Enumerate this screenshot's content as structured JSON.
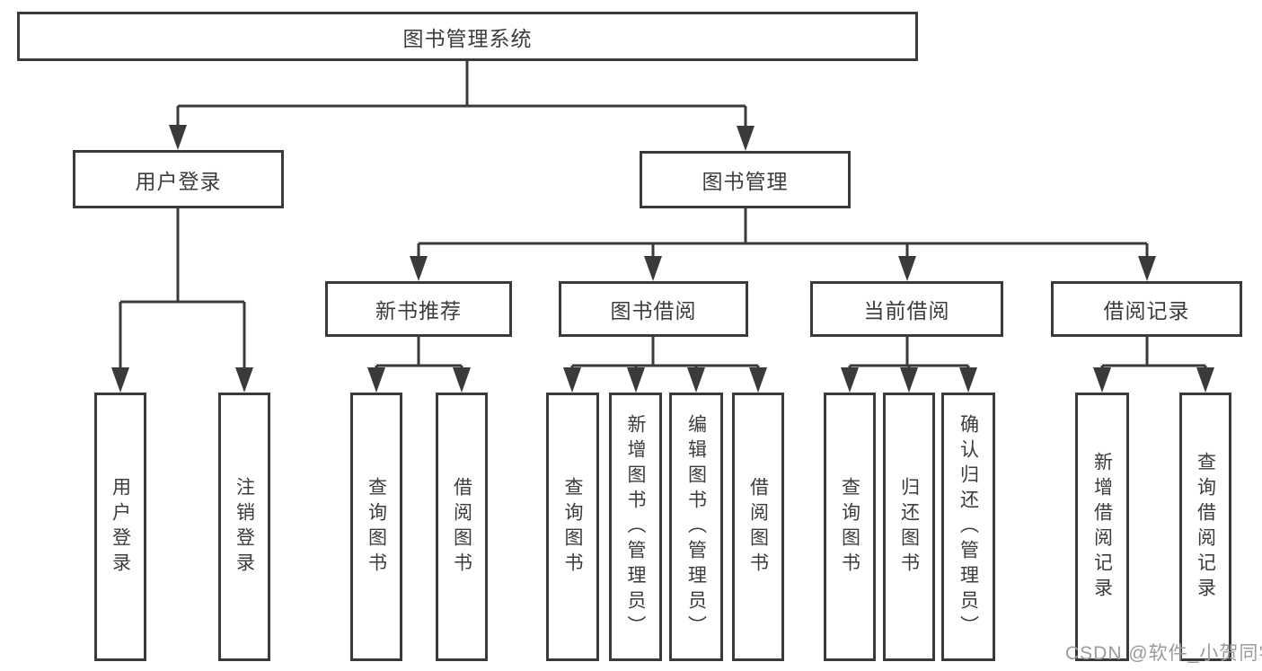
{
  "diagram": {
    "title": "图书管理系统",
    "root": {
      "label": "图书管理系统"
    },
    "branches": [
      {
        "label": "用户登录",
        "children": [
          "用户登录",
          "注销登录"
        ]
      },
      {
        "label": "图书管理",
        "sections": [
          {
            "label": "新书推荐",
            "children": [
              "查询图书",
              "借阅图书"
            ]
          },
          {
            "label": "图书借阅",
            "children": [
              "查询图书",
              "新增图书（管理员）",
              "编辑图书（管理员）",
              "借阅图书"
            ]
          },
          {
            "label": "当前借阅",
            "children": [
              "查询图书",
              "归还图书",
              "确认归还（管理员）"
            ]
          },
          {
            "label": "借阅记录",
            "children": [
              "新增借阅记录",
              "查询借阅记录"
            ]
          }
        ]
      }
    ]
  },
  "colors": {
    "line": "#3a3a3a",
    "text": "#3c3c3c",
    "background": "#ffffff",
    "watermark": "#9b9b9b"
  },
  "watermark": {
    "text": "CSDN @软件_小贺同学"
  }
}
